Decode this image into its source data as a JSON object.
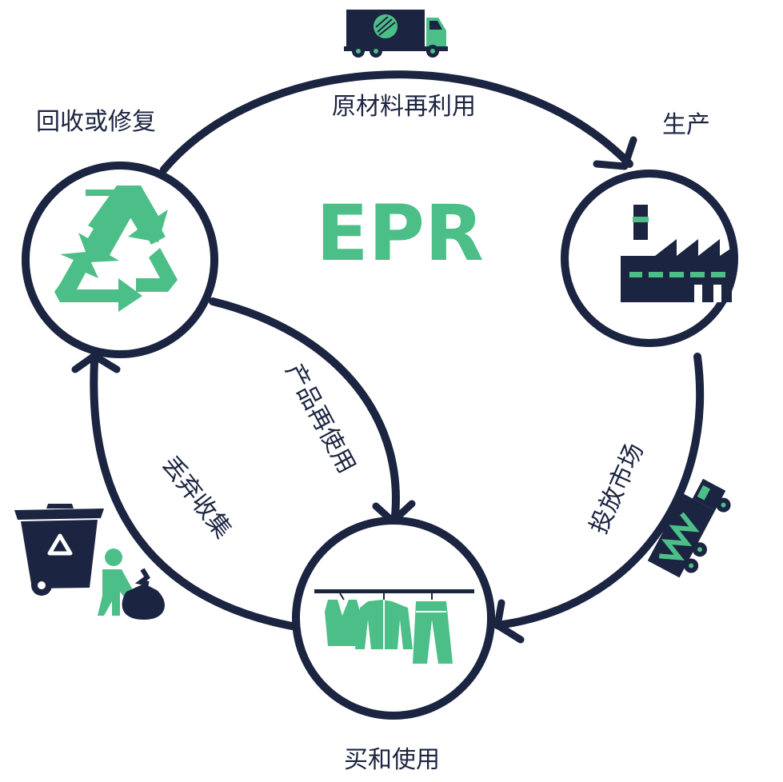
{
  "title": "EPR",
  "nodes": {
    "recycle": {
      "label": "回收或修复",
      "icon": "recycle-icon"
    },
    "production": {
      "label": "生产",
      "icon": "factory-icon"
    },
    "use": {
      "label": "买和使用",
      "icon": "clothes-rack-icon"
    }
  },
  "edges": {
    "raw_material_reuse": "原材料再利用",
    "to_market": "投放市场",
    "product_reuse": "产品再使用",
    "discard_collect": "丢弃收集"
  },
  "icons": [
    "delivery-truck-icon",
    "garbage-truck-icon",
    "trash-bin-icon",
    "person-with-trash-bag-icon"
  ],
  "colors": {
    "navy": "#1b2440",
    "green": "#4cbf88"
  }
}
